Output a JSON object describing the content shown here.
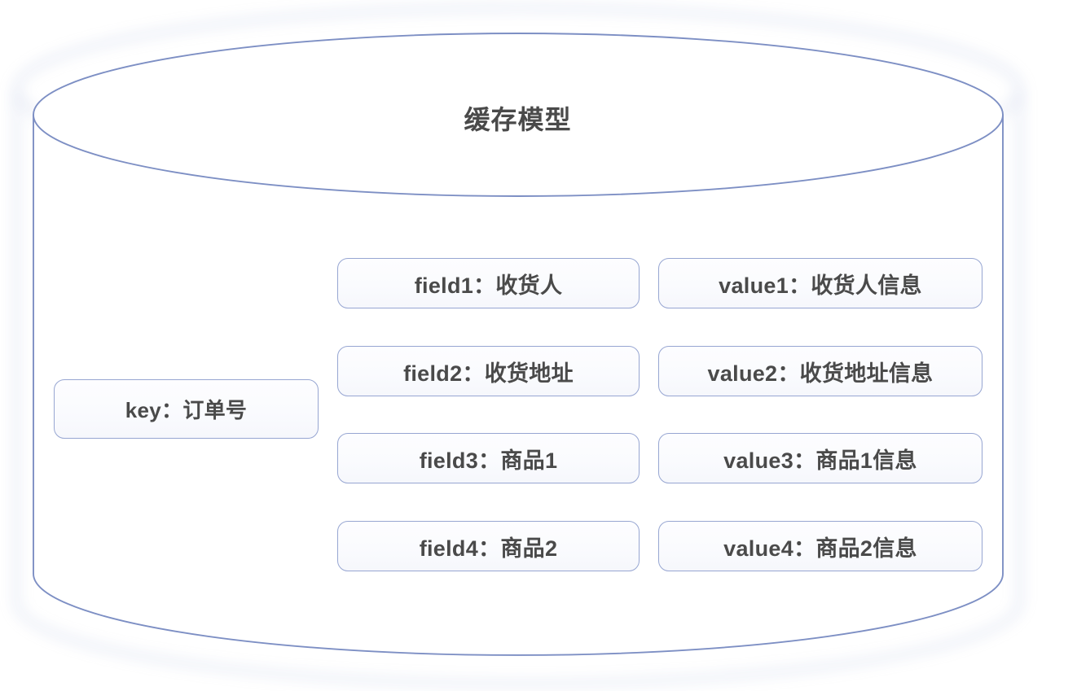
{
  "diagram": {
    "title": "缓存模型",
    "container_shape": "cylinder",
    "colors": {
      "border": "#97a6d2",
      "text": "#4a4a4a",
      "background": "#ffffff",
      "box_fill": "#fbfcfe"
    },
    "key": {
      "label": "key：订单号"
    },
    "rows": [
      {
        "field": "field1：收货人",
        "value": "value1：收货人信息"
      },
      {
        "field": "field2：收货地址",
        "value": "value2：收货地址信息"
      },
      {
        "field": "field3：商品1",
        "value": "value3：商品1信息"
      },
      {
        "field": "field4：商品2",
        "value": "value4：商品2信息"
      }
    ]
  }
}
